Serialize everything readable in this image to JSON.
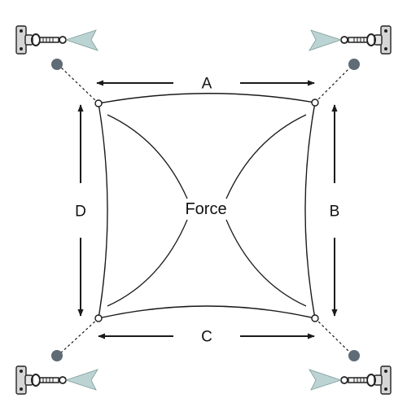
{
  "labels": {
    "top": "A",
    "right": "B",
    "bottom": "C",
    "left": "D",
    "center": "Force"
  },
  "colors": {
    "line": "#1a1a1a",
    "post": "#5f6b75",
    "fabric": "#bcd3d3",
    "bracket": "#d0d0d0"
  },
  "icons": {
    "anchor": "wall-bracket-with-turnbuckle-icon",
    "post": "pole-top-circle-icon"
  }
}
